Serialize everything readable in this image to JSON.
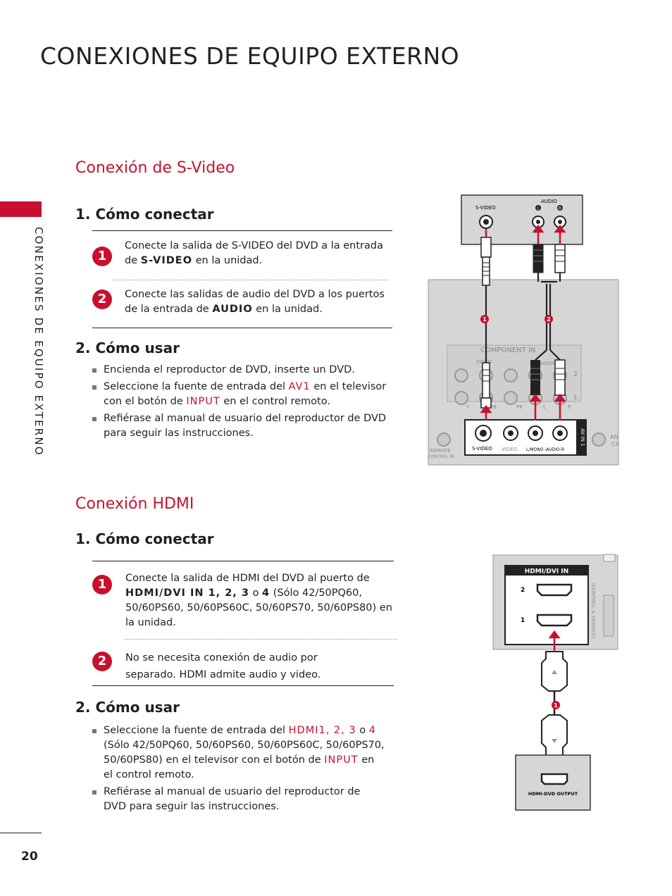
{
  "page": {
    "title": "CONEXIONES DE EQUIPO EXTERNO",
    "side_label": "CONEXIONES DE EQUIPO EXTERNO",
    "number": "20"
  },
  "svideo": {
    "heading": "Conexión de S-Video",
    "connect_title": "1. Cómo conectar",
    "step1_badge": "1",
    "step1_a": "Conecte la salida de S-VIDEO del DVD a la entrada de",
    "step1_kw": "S-VIDEO",
    "step1_b": "en la unidad.",
    "step2_badge": "2",
    "step2_a": "Conecte las salidas de audio del DVD a los puertos de la entrada de",
    "step2_kw": "AUDIO",
    "step2_b": "en la unidad.",
    "use_title": "2. Cómo usar",
    "use1": "Encienda el reproductor de DVD, inserte un DVD.",
    "use2_a": "Seleccione la fuente de entrada del",
    "use2_kw1": "AV1",
    "use2_b": "en el televisor con el botón de",
    "use2_kw2": "INPUT",
    "use2_c": "en el control remoto.",
    "use3": "Refiérase al manual de usuario del reproductor de DVD para seguir las instrucciones."
  },
  "hdmi": {
    "heading": "Conexión HDMI",
    "connect_title": "1. Cómo conectar",
    "step1_badge": "1",
    "step1_a": "Conecte la salida de HDMI del DVD al puerto de",
    "step1_kw": "HDMI/DVI IN 1, 2, 3",
    "step1_o": "o",
    "step1_kw2": "4",
    "step1_b": "(Sólo 42/50PQ60, 50/60PS60, 50/60PS60C, 50/60PS70, 50/60PS80) en la unidad.",
    "step2_badge": "2",
    "step2": "No se necesita conexión de audio por separado. HDMI admite audio y video.",
    "use_title": "2. Cómo usar",
    "use1_a": "Seleccione la fuente de entrada del",
    "use1_kw": "HDMI1, 2, 3",
    "use1_o": "o",
    "use1_kw2": "4",
    "use1_b": "(Sólo 42/50PQ60, 50/60PS60, 50/60PS60C, 50/60PS70, 50/60PS80) en el televisor con el botón de",
    "use1_kw3": "INPUT",
    "use1_c": "en el control remoto.",
    "use2": "Refiérase al manual de usuario del reproductor de DVD para seguir las instrucciones."
  },
  "diagram_svideo": {
    "dvd_svideo": "S-VIDEO",
    "dvd_audio": "AUDIO",
    "dvd_l": "L",
    "dvd_r": "R",
    "marker1": "1",
    "marker2": "2",
    "component_in": "COMPONENT IN",
    "video": "VIDEO",
    "audio": "AUDIO",
    "y": "Y",
    "pb": "PB",
    "pr": "PR",
    "l": "L",
    "r": "R",
    "n2": "2",
    "n1": "1",
    "svideo_port": "S-VIDEO",
    "video_port": "VIDEO",
    "mono": "L/MONO",
    "audio_r": "-AUDIO-R",
    "av_in_1": "AV IN 1",
    "remote": "REMOTE",
    "control_in": "CONTROL IN",
    "ant": "AN",
    "cab": "CA"
  },
  "diagram_hdmi": {
    "hdmi_dvi_in": "HDMI/DVI IN",
    "n2": "2",
    "n1": "1",
    "control_service": "(CONTROL & SERVICE)",
    "marker1": "1",
    "dvd_output": "HDMI-DVD OUTPUT"
  },
  "colors": {
    "accent": "#c8102e",
    "text": "#231f20",
    "panel": "#d6d6d6"
  }
}
